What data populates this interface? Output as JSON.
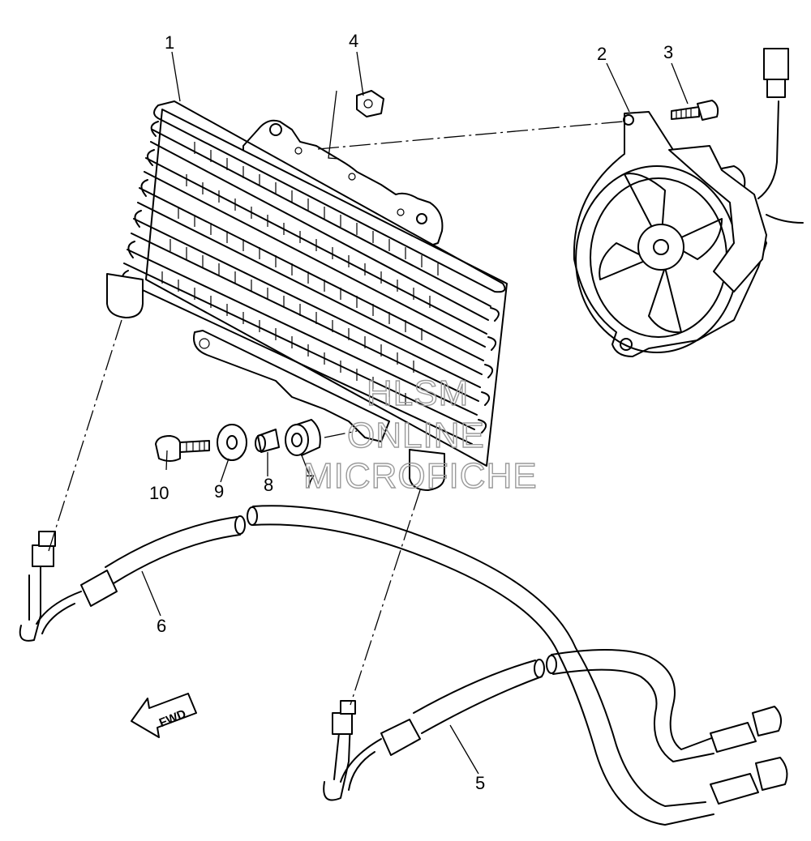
{
  "diagram": {
    "callouts": [
      {
        "id": "1",
        "label": "1"
      },
      {
        "id": "2",
        "label": "2"
      },
      {
        "id": "3",
        "label": "3"
      },
      {
        "id": "4",
        "label": "4"
      },
      {
        "id": "5",
        "label": "5"
      },
      {
        "id": "6",
        "label": "6"
      },
      {
        "id": "7",
        "label": "7"
      },
      {
        "id": "8",
        "label": "8"
      },
      {
        "id": "9",
        "label": "9"
      },
      {
        "id": "10",
        "label": "10"
      }
    ],
    "direction_marker": "FWD",
    "watermark": {
      "line1": "HLSM",
      "line2": "ONLINE",
      "line3": "MICROFICHE"
    }
  }
}
